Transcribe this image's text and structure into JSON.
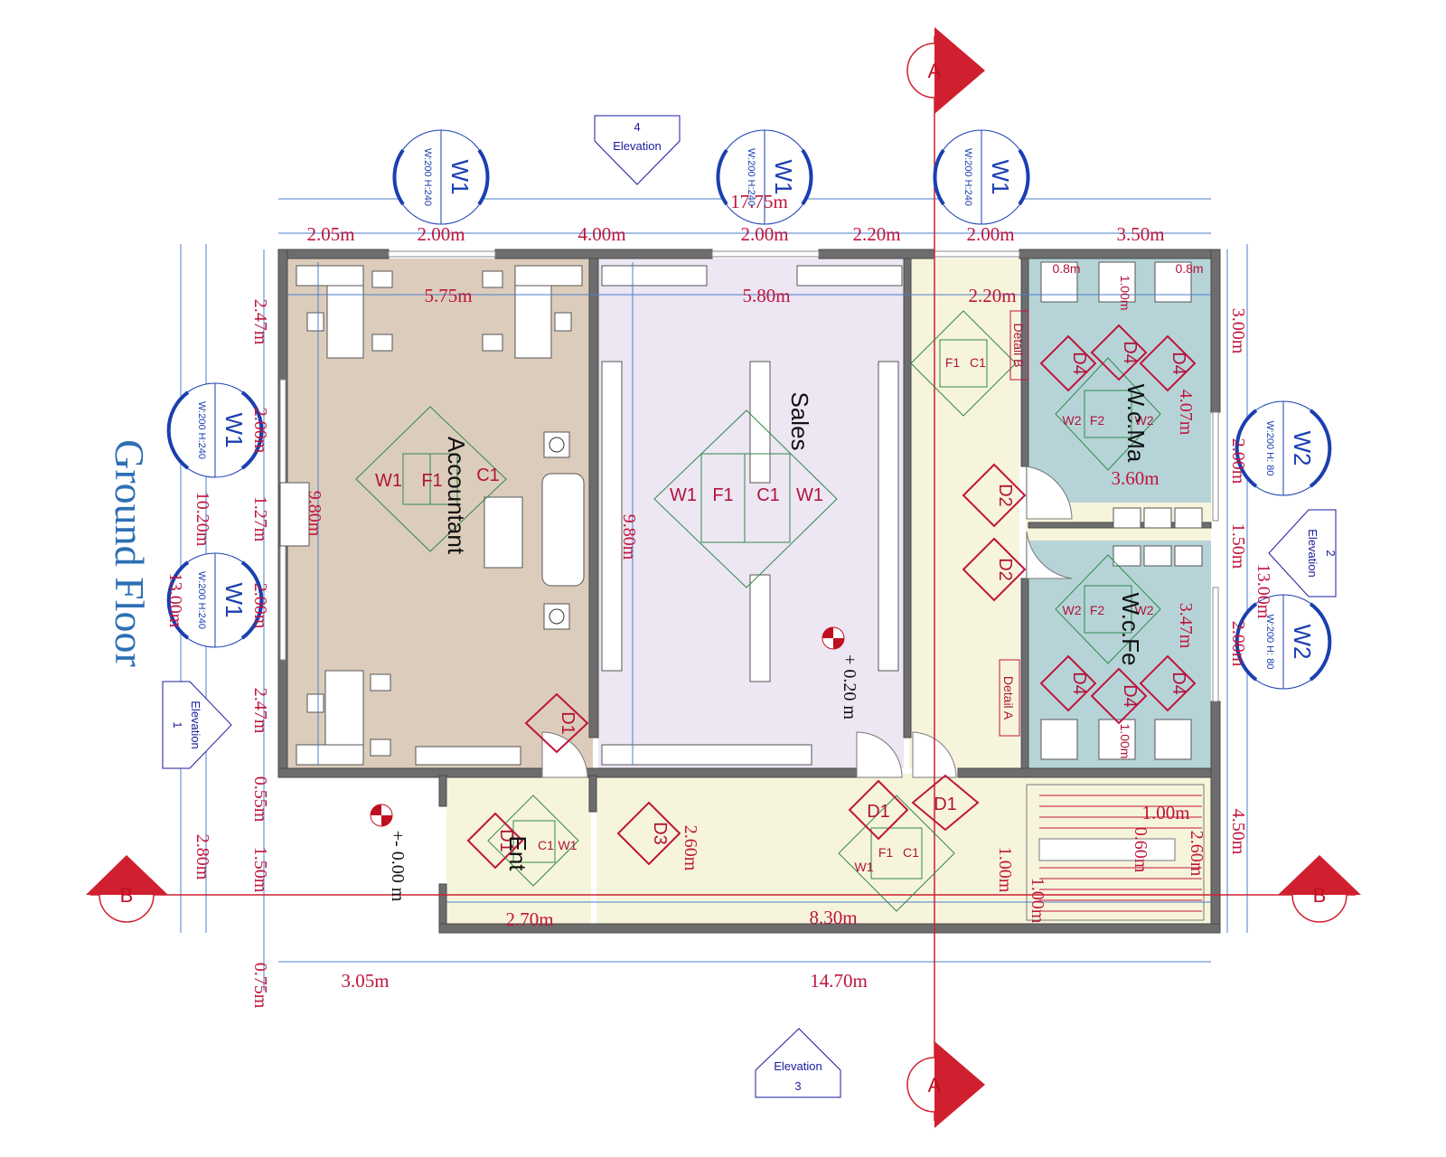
{
  "title": "Ground Floor",
  "rooms": {
    "accountant": "Accountant",
    "sales": "Sales",
    "wc_male": "W.c.Ma",
    "wc_female": "W.c.Fe",
    "entrance": "Ent"
  },
  "dimensions": {
    "overall_width": "17.75m",
    "top_segments": [
      "2.05m",
      "2.00m",
      "4.00m",
      "2.00m",
      "2.20m",
      "2.00m",
      "3.50m"
    ],
    "room_widths": [
      "5.75m",
      "5.80m",
      "2.20m"
    ],
    "bottom_segments": [
      "3.05m",
      "14.70m"
    ],
    "bottom_inner": [
      "2.70m",
      "8.30m"
    ],
    "left_segments": [
      "2.47m",
      "2.00m",
      "1.27m",
      "2.00m",
      "2.47m",
      "0.55m",
      "1.50m",
      "0.75m"
    ],
    "left_totals": [
      "10.20m",
      "13.00m",
      "2.80m"
    ],
    "room_heights": [
      "9.80m",
      "9.80m"
    ],
    "right_segments": [
      "3.00m",
      "4.07m",
      "2.00m",
      "1.50m",
      "3.47m",
      "2.00m",
      "4.50m"
    ],
    "right_total": "13.00m",
    "wc_width": "3.60m",
    "stair": [
      "1.00m",
      "0.60m",
      "2.60m",
      "1.00m",
      "1.00m"
    ],
    "corridor": "2.60m",
    "stall_small": [
      "0.8m",
      "1.00m",
      "1.00m"
    ]
  },
  "levels": {
    "outside": "+- 0.00 m",
    "inside": "+ 0.20 m"
  },
  "section_marks": {
    "a": "A",
    "b": "B"
  },
  "elevations": {
    "label": "Elevation",
    "numbers": [
      "1",
      "2",
      "3",
      "4"
    ]
  },
  "windows": {
    "w1": "W1",
    "w1_spec": "W:200 H:240",
    "w2": "W2",
    "w2_spec": "W:200 H: 80"
  },
  "doors": [
    "D1",
    "D2",
    "D3",
    "D4"
  ],
  "finish_tags": {
    "f1": "F1",
    "f2": "F2",
    "c1": "C1",
    "w1": "W1",
    "w2": "W2"
  },
  "details": [
    "Detail B",
    "Detail A"
  ],
  "colors": {
    "accountant_floor": "#dcccbc",
    "sales_floor": "#ede6f3",
    "corridor_floor": "#f7f4dc",
    "wc_floor": "#b6d4d8",
    "dimension_text": "#c0143c",
    "dimension_line": "#4a7fc8",
    "window_tag": "#1a3fb0",
    "section_red": "#d02030",
    "title_blue": "#2d6fb5"
  }
}
